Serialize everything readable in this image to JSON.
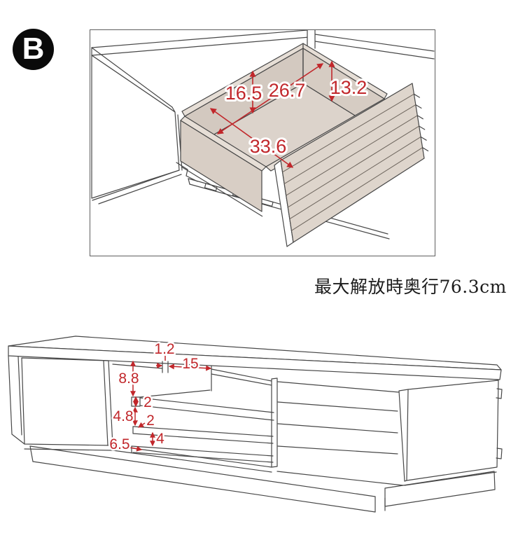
{
  "badge": {
    "label": "B"
  },
  "caption": {
    "text": "最大解放時奥行76.3cm"
  },
  "colors": {
    "dimension_red": "#c1272b",
    "line_gray": "#474747",
    "drawer_floor_beige": "#dcd3cb",
    "drawer_wall_beige": "#d3c9c0",
    "louver_front_beige": "#ded5cc"
  },
  "drawer_diagram": {
    "dims": {
      "back_left_inner_height": "16.5",
      "inner_depth_diagonal": "26.7",
      "back_right_inner_height": "13.2",
      "inner_width_diagonal": "33.6"
    }
  },
  "stand_diagram": {
    "dims": {
      "top_divider_thickness": "1.2",
      "top_slot_width": "15",
      "upper_opening_height": "8.8",
      "shelf_thickness": "2",
      "middle_opening_height": "4.8",
      "lower_board_thickness": "2",
      "lower_opening_height": "4",
      "base_height": "6.5"
    }
  }
}
